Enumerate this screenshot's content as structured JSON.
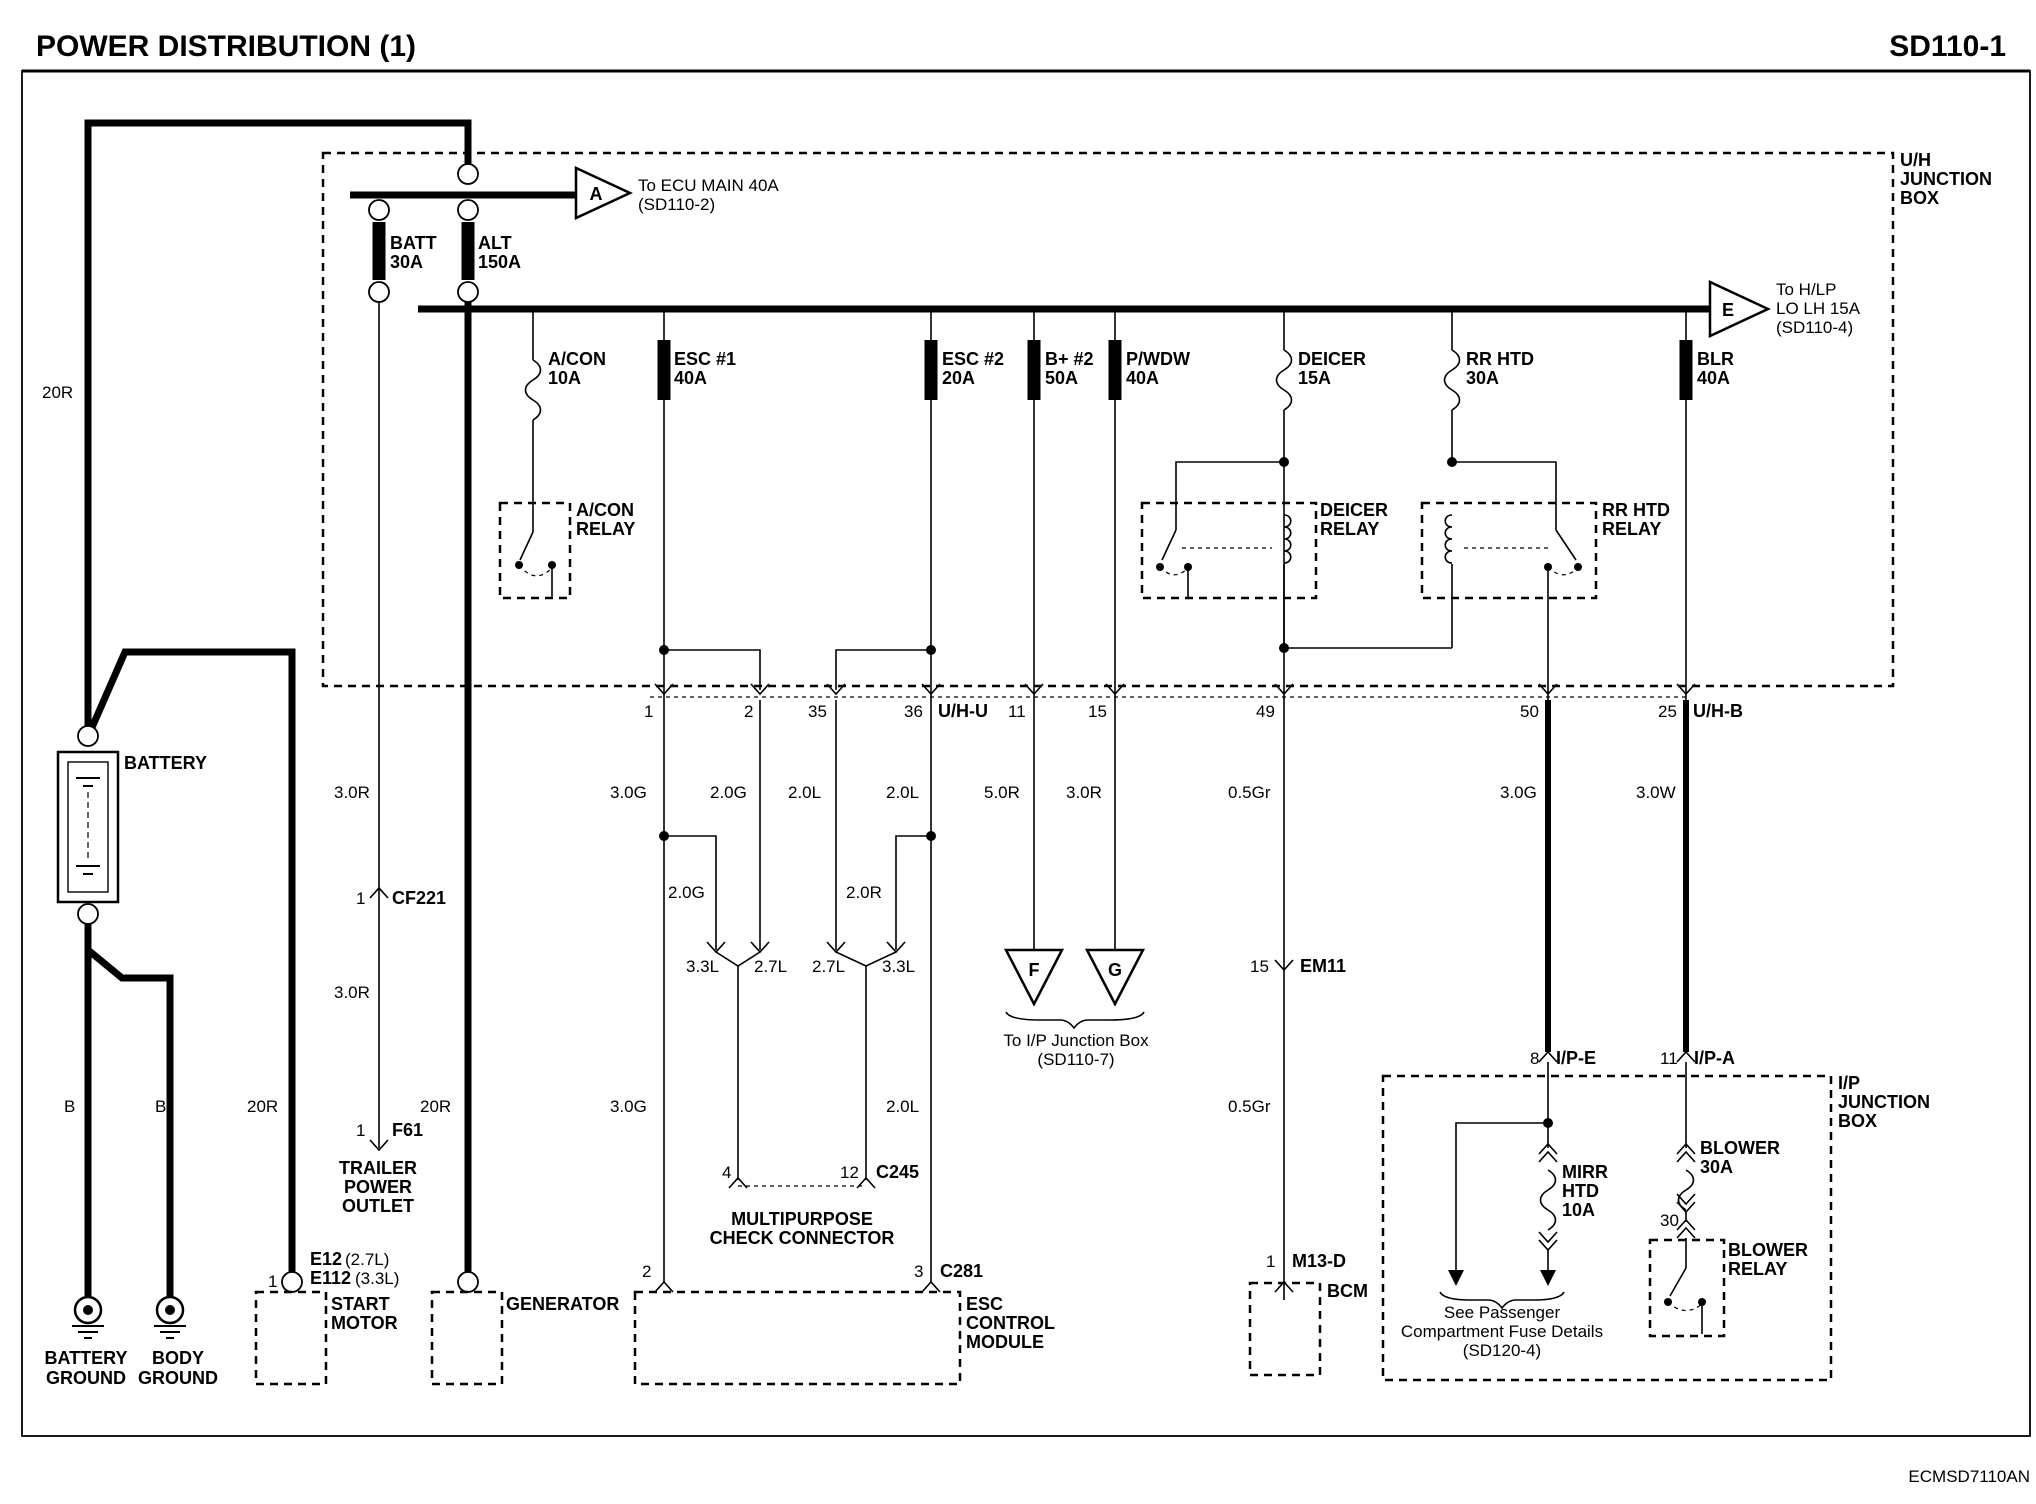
{
  "header": {
    "title": "POWER DISTRIBUTION (1)",
    "page": "SD110-1"
  },
  "footer": {
    "code": "ECMSD7110AN"
  },
  "junction_boxes": {
    "uh": "U/H JUNCTION BOX",
    "ip": "I/P JUNCTION BOX"
  },
  "offpage": {
    "a": {
      "letter": "A",
      "line1": "To ECU MAIN 40A",
      "line2": "(SD110-2)"
    },
    "e": {
      "letter": "E",
      "line1": "To H/LP",
      "line2": "LO LH 15A",
      "line3": "(SD110-4)"
    },
    "f": {
      "letter": "F"
    },
    "g": {
      "letter": "G"
    },
    "fg_line1": "To I/P Junction Box",
    "fg_line2": "(SD110-7)"
  },
  "fuses": {
    "batt": {
      "name": "BATT",
      "rating": "30A"
    },
    "alt": {
      "name": "ALT",
      "rating": "150A"
    },
    "acon": {
      "name": "A/CON",
      "rating": "10A"
    },
    "esc1": {
      "name": "ESC #1",
      "rating": "40A"
    },
    "esc2": {
      "name": "ESC #2",
      "rating": "20A"
    },
    "bplus2": {
      "name": "B+ #2",
      "rating": "50A"
    },
    "pwdw": {
      "name": "P/WDW",
      "rating": "40A"
    },
    "deicer": {
      "name": "DEICER",
      "rating": "15A"
    },
    "rrhtd": {
      "name": "RR HTD",
      "rating": "30A"
    },
    "blr": {
      "name": "BLR",
      "rating": "40A"
    },
    "mirr": {
      "name": "MIRR",
      "name2": "HTD",
      "rating": "10A"
    },
    "blower": {
      "name": "BLOWER",
      "rating": "30A"
    }
  },
  "relays": {
    "acon": {
      "line1": "A/CON",
      "line2": "RELAY"
    },
    "deicer": {
      "line1": "DEICER",
      "line2": "RELAY"
    },
    "rrhtd": {
      "line1": "RR HTD",
      "line2": "RELAY"
    },
    "blower": {
      "line1": "BLOWER",
      "line2": "RELAY"
    }
  },
  "connectors": {
    "uhu": "U/H-U",
    "uhb": "U/H-B",
    "cf221": "CF221",
    "f61": "F61",
    "em11": "EM11",
    "c245": "C245",
    "c281": "C281",
    "m13d": "M13-D",
    "ipe": "I/P-E",
    "ipa": "I/P-A",
    "e12": "E12",
    "e12_note": "(2.7L)",
    "e112": "E112",
    "e112_note": "(3.3L)"
  },
  "pins": {
    "p1": "1",
    "p2": "2",
    "p35": "35",
    "p36": "36",
    "p11": "11",
    "p15": "15",
    "p49": "49",
    "p50": "50",
    "p25": "25",
    "cf221": "1",
    "f61": "1",
    "em11": "15",
    "c245a": "4",
    "c245b": "12",
    "c281a": "2",
    "c281b": "3",
    "m13d": "1",
    "ipe": "8",
    "ipa": "11",
    "e12": "1",
    "blower_relay": "30"
  },
  "wires": {
    "w20r_main": "20R",
    "w20r_start": "20R",
    "w20r_gen": "20R",
    "b_batt": "B",
    "b_body": "B",
    "w3r_a": "3.0R",
    "w3r_b": "3.0R",
    "p1": "3.0G",
    "p2": "2.0G",
    "p35": "2.0L",
    "p36": "2.0L",
    "p11": "5.0R",
    "p15": "3.0R",
    "p49": "0.5Gr",
    "p50": "3.0G",
    "p25": "3.0W",
    "esc1_branch": "2.0G",
    "esc2_branch": "2.0R",
    "m33a": "3.3L",
    "m27a": "2.7L",
    "m27b": "2.7L",
    "m33b": "3.3L",
    "esc1_low": "3.0G",
    "esc2_low": "2.0L",
    "bcm_low": "0.5Gr"
  },
  "components": {
    "battery": "BATTERY",
    "battery_ground": {
      "line1": "BATTERY",
      "line2": "GROUND"
    },
    "body_ground": {
      "line1": "BODY",
      "line2": "GROUND"
    },
    "start_motor": {
      "line1": "START",
      "line2": "MOTOR"
    },
    "generator": "GENERATOR",
    "trailer": {
      "line1": "TRAILER",
      "line2": "POWER",
      "line3": "OUTLET"
    },
    "mpcc": {
      "line1": "MULTIPURPOSE",
      "line2": "CHECK CONNECTOR"
    },
    "esc_module": {
      "line1": "ESC",
      "line2": "CONTROL",
      "line3": "MODULE"
    },
    "bcm": "BCM",
    "see_passenger": {
      "line1": "See Passenger",
      "line2": "Compartment Fuse Details",
      "line3": "(SD120-4)"
    }
  }
}
